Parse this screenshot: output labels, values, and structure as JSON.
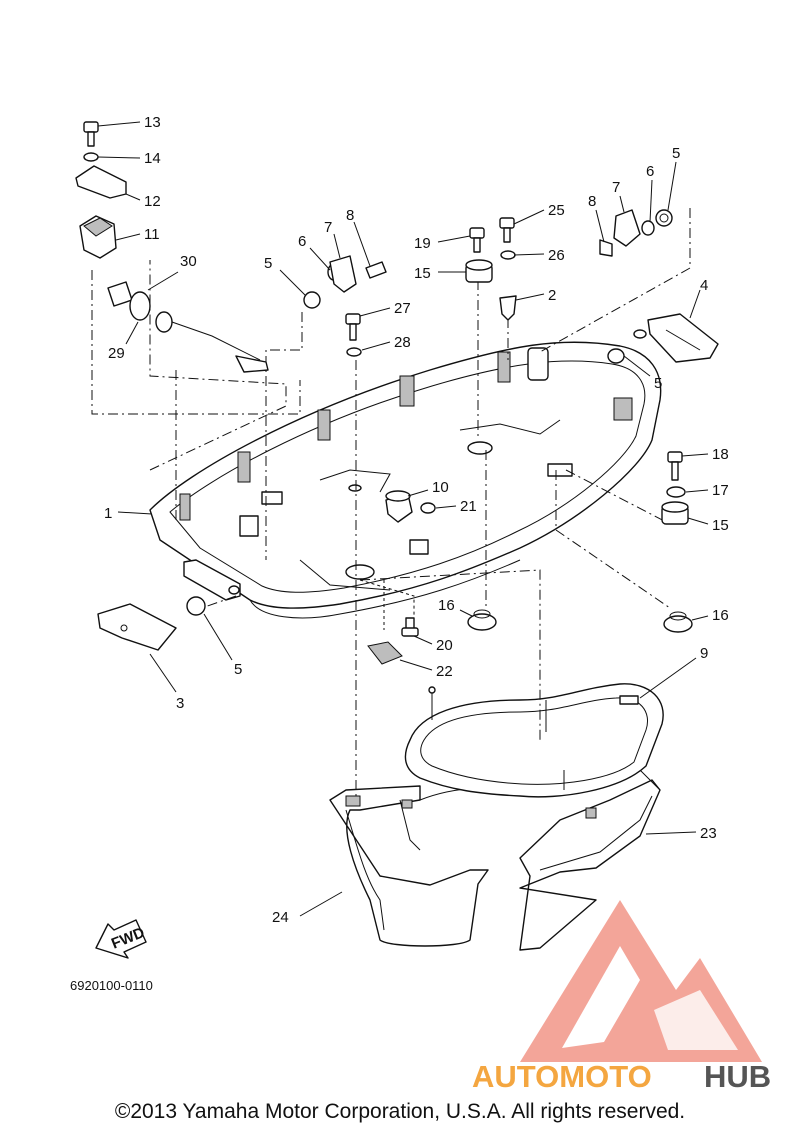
{
  "diagram": {
    "callouts": {
      "p1": "1",
      "p2": "2",
      "p3": "3",
      "p4": "4",
      "p5a": "5",
      "p5b": "5",
      "p5c": "5",
      "p5d": "5",
      "p6a": "6",
      "p6b": "6",
      "p7a": "7",
      "p7b": "7",
      "p8a": "8",
      "p8b": "8",
      "p9": "9",
      "p10": "10",
      "p11": "11",
      "p12": "12",
      "p13": "13",
      "p14": "14",
      "p15a": "15",
      "p15b": "15",
      "p16a": "16",
      "p16b": "16",
      "p17": "17",
      "p18": "18",
      "p19": "19",
      "p20": "20",
      "p21": "21",
      "p22": "22",
      "p23": "23",
      "p24": "24",
      "p25": "25",
      "p26": "26",
      "p27": "27",
      "p28": "28",
      "p29": "29",
      "p30": "30"
    },
    "fwd_arrow_label": "FWD",
    "drawing_code": "6920100-0110"
  },
  "watermark": {
    "brand_part1": "AUTOMOTO",
    "brand_part2": "HUB",
    "color_logo": "#f08878",
    "color_text1": "#f4a640",
    "color_text2": "#555555"
  },
  "footer": {
    "copyright": "©2013 Yamaha Motor Corporation, U.S.A. All rights reserved."
  }
}
